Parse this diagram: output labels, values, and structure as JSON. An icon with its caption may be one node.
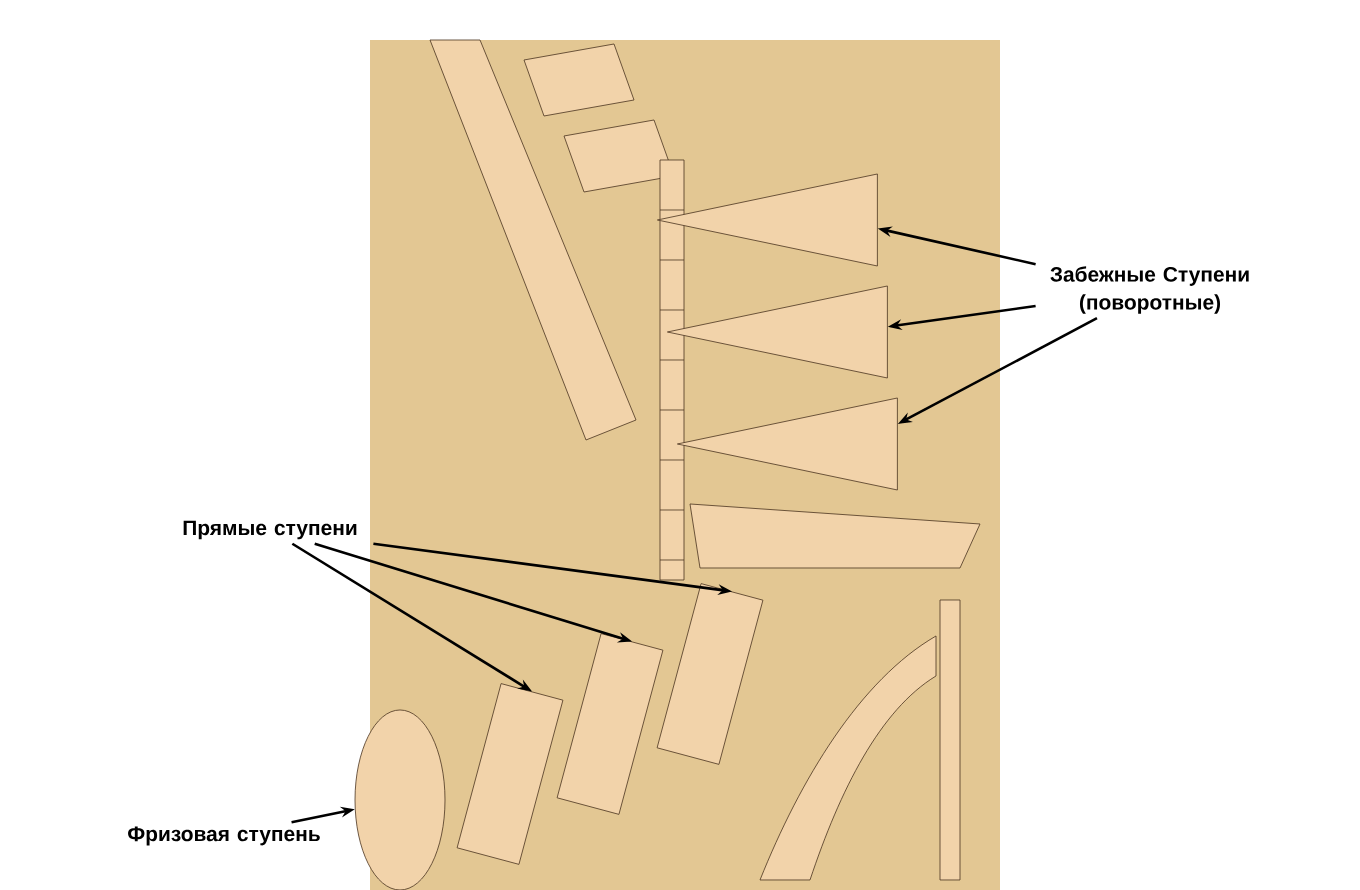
{
  "diagram": {
    "nodes": [
      {
        "text": [
          "Забежные Ступени (поворотные)"
        ]
      },
      {
        "text": [
          "Прямые ступени"
        ]
      },
      {
        "text": [
          "Фризовая ступень"
        ]
      },
      {
        "text": [],
        "shape": "triangle"
      },
      {
        "text": [],
        "shape": "triangle"
      },
      {
        "text": [],
        "shape": "triangle"
      },
      {
        "text": [],
        "shape": "box"
      },
      {
        "text": [],
        "shape": "box"
      },
      {
        "text": [],
        "shape": "box"
      },
      {
        "text": [],
        "shape": "oval"
      }
    ],
    "edges": [
      {
        "from": 0,
        "to": 3,
        "arrow": "to"
      },
      {
        "from": 0,
        "to": 4,
        "arrow": "to"
      },
      {
        "from": 0,
        "to": 5,
        "arrow": "to"
      },
      {
        "from": 1,
        "to": 6,
        "arrow": "to"
      },
      {
        "from": 1,
        "to": 7,
        "arrow": "to"
      },
      {
        "from": 1,
        "to": 8,
        "arrow": "to"
      },
      {
        "from": 2,
        "to": 9,
        "arrow": "to"
      }
    ]
  }
}
